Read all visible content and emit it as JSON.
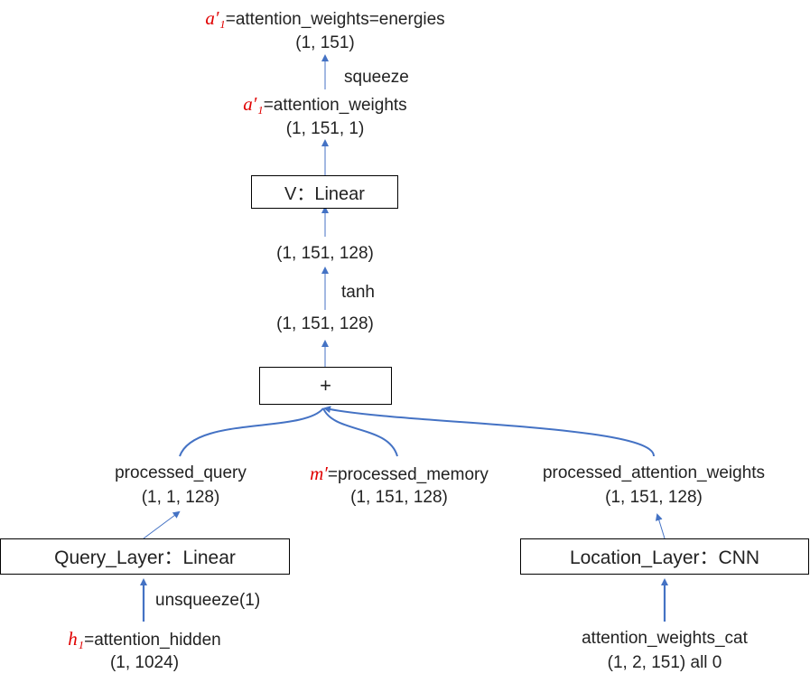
{
  "colors": {
    "arrow": "#4472c4",
    "math": "#e00000",
    "text": "#222222",
    "box_border": "#000000"
  },
  "output": {
    "symbol": "a′₁",
    "line1": "=attention_weights=energies",
    "shape": "(1, 151)",
    "op": "squeeze"
  },
  "pre_squeeze": {
    "symbol": "a′₁",
    "line1": "=attention_weights",
    "shape": "(1, 151, 1)"
  },
  "v_box": "V：Linear",
  "after_tanh_shape": "(1, 151, 128)",
  "tanh_op": "tanh",
  "before_tanh_shape": "(1, 151, 128)",
  "plus_box": "+",
  "processed_query": {
    "name": "processed_query",
    "shape": "(1, 1, 128)"
  },
  "processed_memory": {
    "symbol": "m′",
    "name": "=processed_memory",
    "shape": "(1, 151, 128)"
  },
  "processed_attention_weights": {
    "name": "processed_attention_weights",
    "shape": "(1, 151, 128)"
  },
  "query_layer_box": "Query_Layer：Linear",
  "location_layer_box": "Location_Layer：CNN",
  "unsqueeze_op": "unsqueeze(1)",
  "attention_hidden": {
    "symbol": "h₁",
    "name": "=attention_hidden",
    "shape": "(1, 1024)"
  },
  "attention_weights_cat": {
    "name": "attention_weights_cat",
    "shape": "(1, 2, 151) all 0"
  }
}
